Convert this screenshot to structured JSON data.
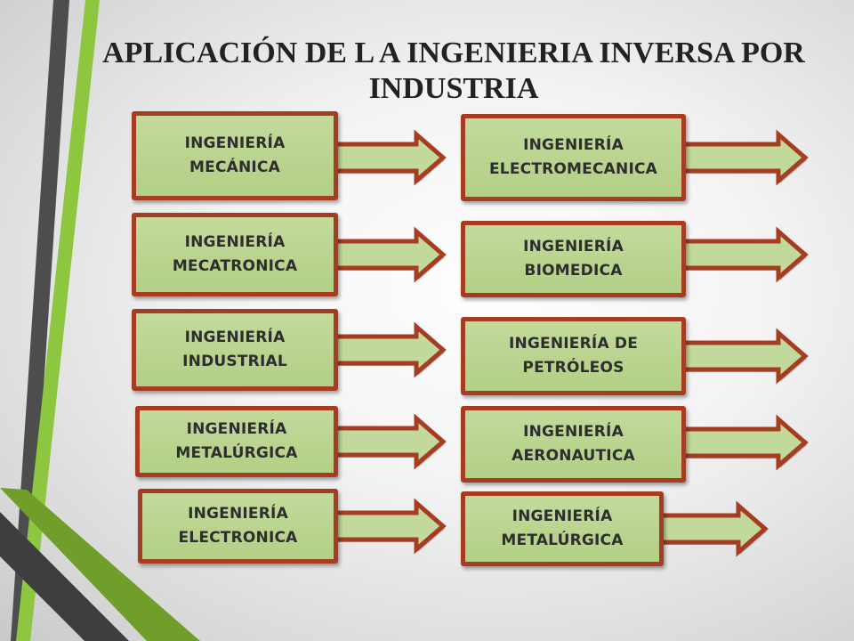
{
  "title": "APLICACIÓN DE L A INGENIERIA INVERSA POR INDUSTRIA",
  "colors": {
    "box_fill": "#b9d48e",
    "box_border": "#a63c22",
    "accent_green": "#8dc63f",
    "dark_stripe": "#4a4a4a"
  },
  "left_column": [
    {
      "label": "INGENIERÍA\nMECÁNICA"
    },
    {
      "label": "INGENIERÍA\nMECATRONICA"
    },
    {
      "label": "INGENIERÍA\nINDUSTRIAL"
    },
    {
      "label": "INGENIERÍA\nMETALÚRGICA"
    },
    {
      "label": "INGENIERÍA\nELECTRONICA"
    }
  ],
  "right_column": [
    {
      "label": "INGENIERÍA\nELECTROMECANICA"
    },
    {
      "label": "INGENIERÍA\nBIOMEDICA"
    },
    {
      "label": "INGENIERÍA DE\nPETRÓLEOS"
    },
    {
      "label": "INGENIERÍA\nAERONAUTICA"
    },
    {
      "label": "INGENIERÍA\nMETALÚRGICA"
    }
  ]
}
